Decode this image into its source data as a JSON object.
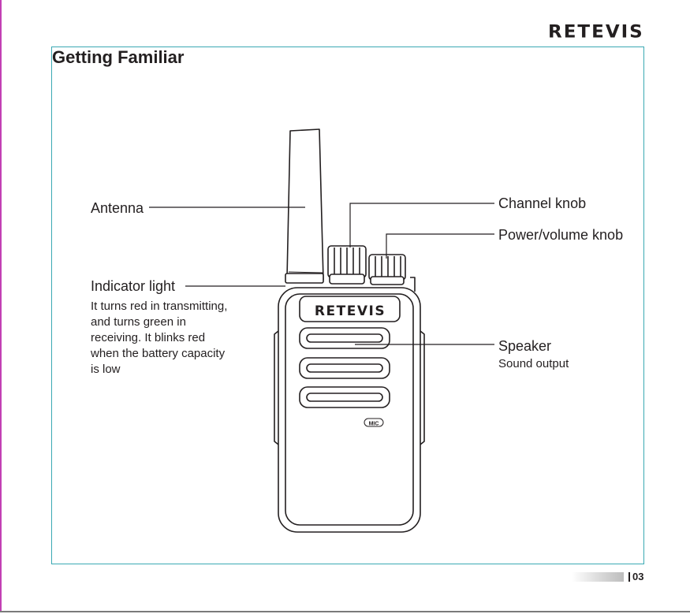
{
  "brand": "RETEVIS",
  "title": "Getting Familiar",
  "callouts": {
    "antenna": "Antenna",
    "indicator": "Indicator light",
    "indicator_desc": [
      "It turns red in transmitting,",
      "and turns green in",
      "receiving. It blinks red",
      "when the battery capacity",
      "is low"
    ],
    "channel_knob": "Channel knob",
    "power_knob": "Power/volume knob",
    "speaker": "Speaker",
    "speaker_desc": "Sound output"
  },
  "radio": {
    "logo": "RETEVIS",
    "mic_label": "MIC"
  },
  "page_number": "03",
  "colors": {
    "frame": "#3aa9b3",
    "left_rule": "#c23fb4",
    "ink": "#231f20"
  }
}
